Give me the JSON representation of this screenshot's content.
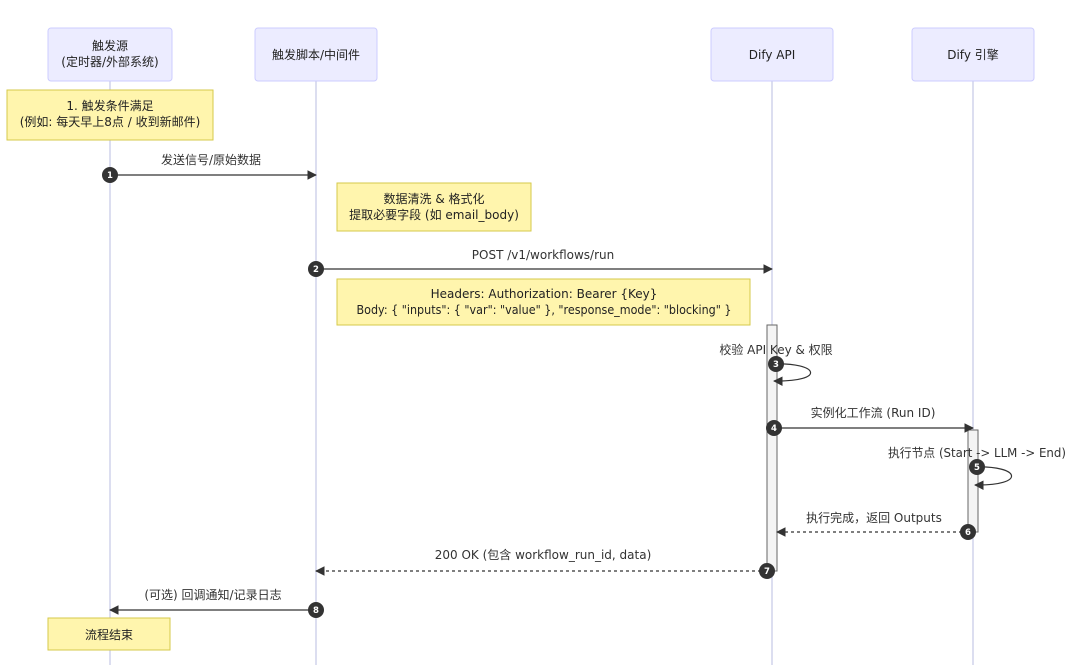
{
  "actors": [
    {
      "id": "trigger",
      "lines": [
        "触发源",
        "(定时器/外部系统)"
      ]
    },
    {
      "id": "script",
      "lines": [
        "触发脚本/中间件"
      ]
    },
    {
      "id": "api",
      "lines": [
        "Dify API"
      ]
    },
    {
      "id": "engine",
      "lines": [
        "Dify 引擎"
      ]
    }
  ],
  "notes": [
    {
      "id": "note-1",
      "lines": [
        "1. 触发条件满足",
        "(例如: 每天早上8点 / 收到新邮件)"
      ]
    },
    {
      "id": "note-2",
      "lines": [
        "数据清洗 & 格式化",
        "提取必要字段 (如 email_body)"
      ]
    },
    {
      "id": "note-3",
      "lines": [
        "Headers: Authorization: Bearer {Key}",
        "Body: { \"inputs\": { \"var\": \"value\" }, \"response_mode\": \"blocking\" }"
      ]
    },
    {
      "id": "note-4",
      "lines": [
        "流程结束"
      ]
    }
  ],
  "messages": [
    {
      "num": "1",
      "label": "发送信号/原始数据"
    },
    {
      "num": "2",
      "label": "POST /v1/workflows/run"
    },
    {
      "num": "3",
      "label": "校验 API Key & 权限"
    },
    {
      "num": "4",
      "label": "实例化工作流 (Run ID)"
    },
    {
      "num": "5",
      "label": "执行节点 (Start -> LLM -> End)"
    },
    {
      "num": "6",
      "label": "执行完成，返回 Outputs"
    },
    {
      "num": "7",
      "label": "200 OK (包含 workflow_run_id, data)"
    },
    {
      "num": "8",
      "label": "(可选) 回调通知/记录日志"
    }
  ],
  "colors": {
    "actor_fill": "#ececff",
    "actor_stroke": "#ccccff",
    "note_fill": "#fff5ad",
    "note_stroke": "#d6c94a",
    "lifeline": "#b8bce0",
    "arrow": "#333333",
    "activation_fill": "#f4f4f4",
    "activation_stroke": "#666666"
  }
}
